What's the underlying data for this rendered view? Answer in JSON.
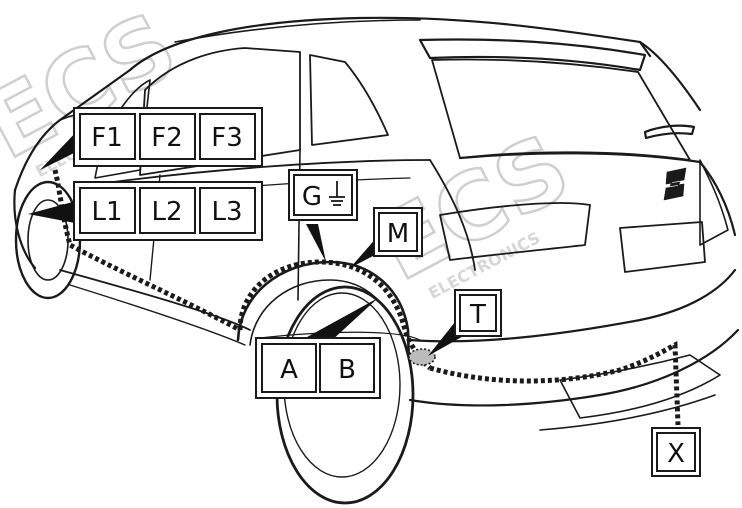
{
  "watermark": {
    "brand": "ECS",
    "subtitle": "ELECTRONICS"
  },
  "labels": {
    "f1": "F1",
    "f2": "F2",
    "f3": "F3",
    "l1": "L1",
    "l2": "L2",
    "l3": "L3",
    "g": "G",
    "m": "M",
    "t": "T",
    "a": "A",
    "b": "B",
    "x": "X"
  },
  "icons": {
    "ground": "ground-symbol-icon",
    "brand_logo": "seat-logo-icon"
  }
}
